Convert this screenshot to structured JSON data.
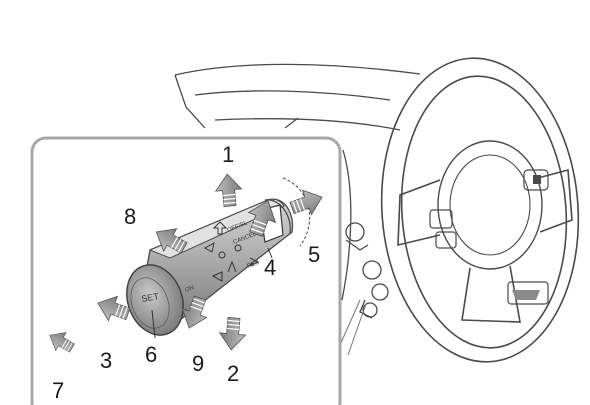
{
  "callouts": {
    "c1": "1",
    "c2": "2",
    "c3": "3",
    "c4": "4",
    "c5": "5",
    "c6": "6",
    "c7": "7",
    "c8": "8",
    "c9": "9"
  },
  "stalk_labels": {
    "set": "SET",
    "off_sl": "OFF/SL",
    "cancel": "CANCEL",
    "res": "RES",
    "on": "ON"
  },
  "colors": {
    "line": "#4a4a4a",
    "arrow_fill": "#9a9a9a",
    "arrow_stroke": "#555555",
    "knob": "#8c8c8c",
    "stalk": "#b5b5b5",
    "panel_border": "#a8a8a8"
  }
}
